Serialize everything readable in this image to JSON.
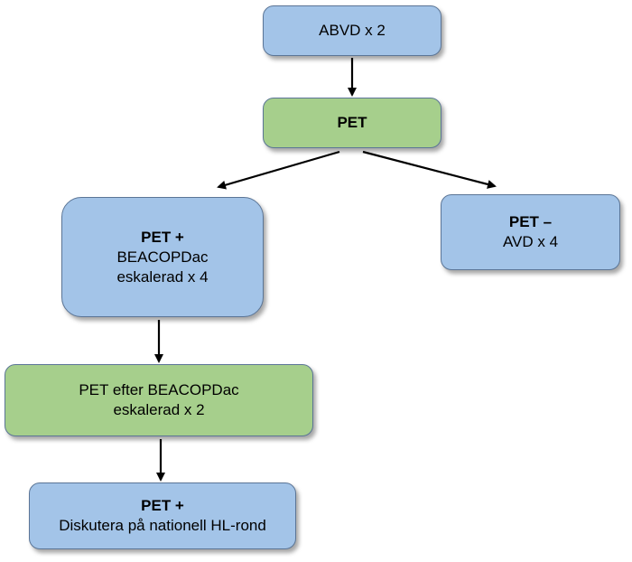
{
  "nodes": {
    "abvd": {
      "line1": "ABVD x 2"
    },
    "pet": {
      "line1": "PET"
    },
    "pet_positive": {
      "title": "PET +",
      "line2": "BEACOPDac",
      "line3": "eskalerad x 4"
    },
    "pet_negative": {
      "title": "PET –",
      "line2": "AVD x 4"
    },
    "pet_after": {
      "line1": "PET efter BEACOPDac",
      "line2": "eskalerad x 2"
    },
    "final": {
      "title": "PET +",
      "line2": "Diskutera på nationell HL-rond"
    }
  },
  "colors": {
    "blue_box": "#a3c4e8",
    "green_box": "#a6cf8c",
    "border": "#5b7596",
    "arrow": "#000000"
  }
}
